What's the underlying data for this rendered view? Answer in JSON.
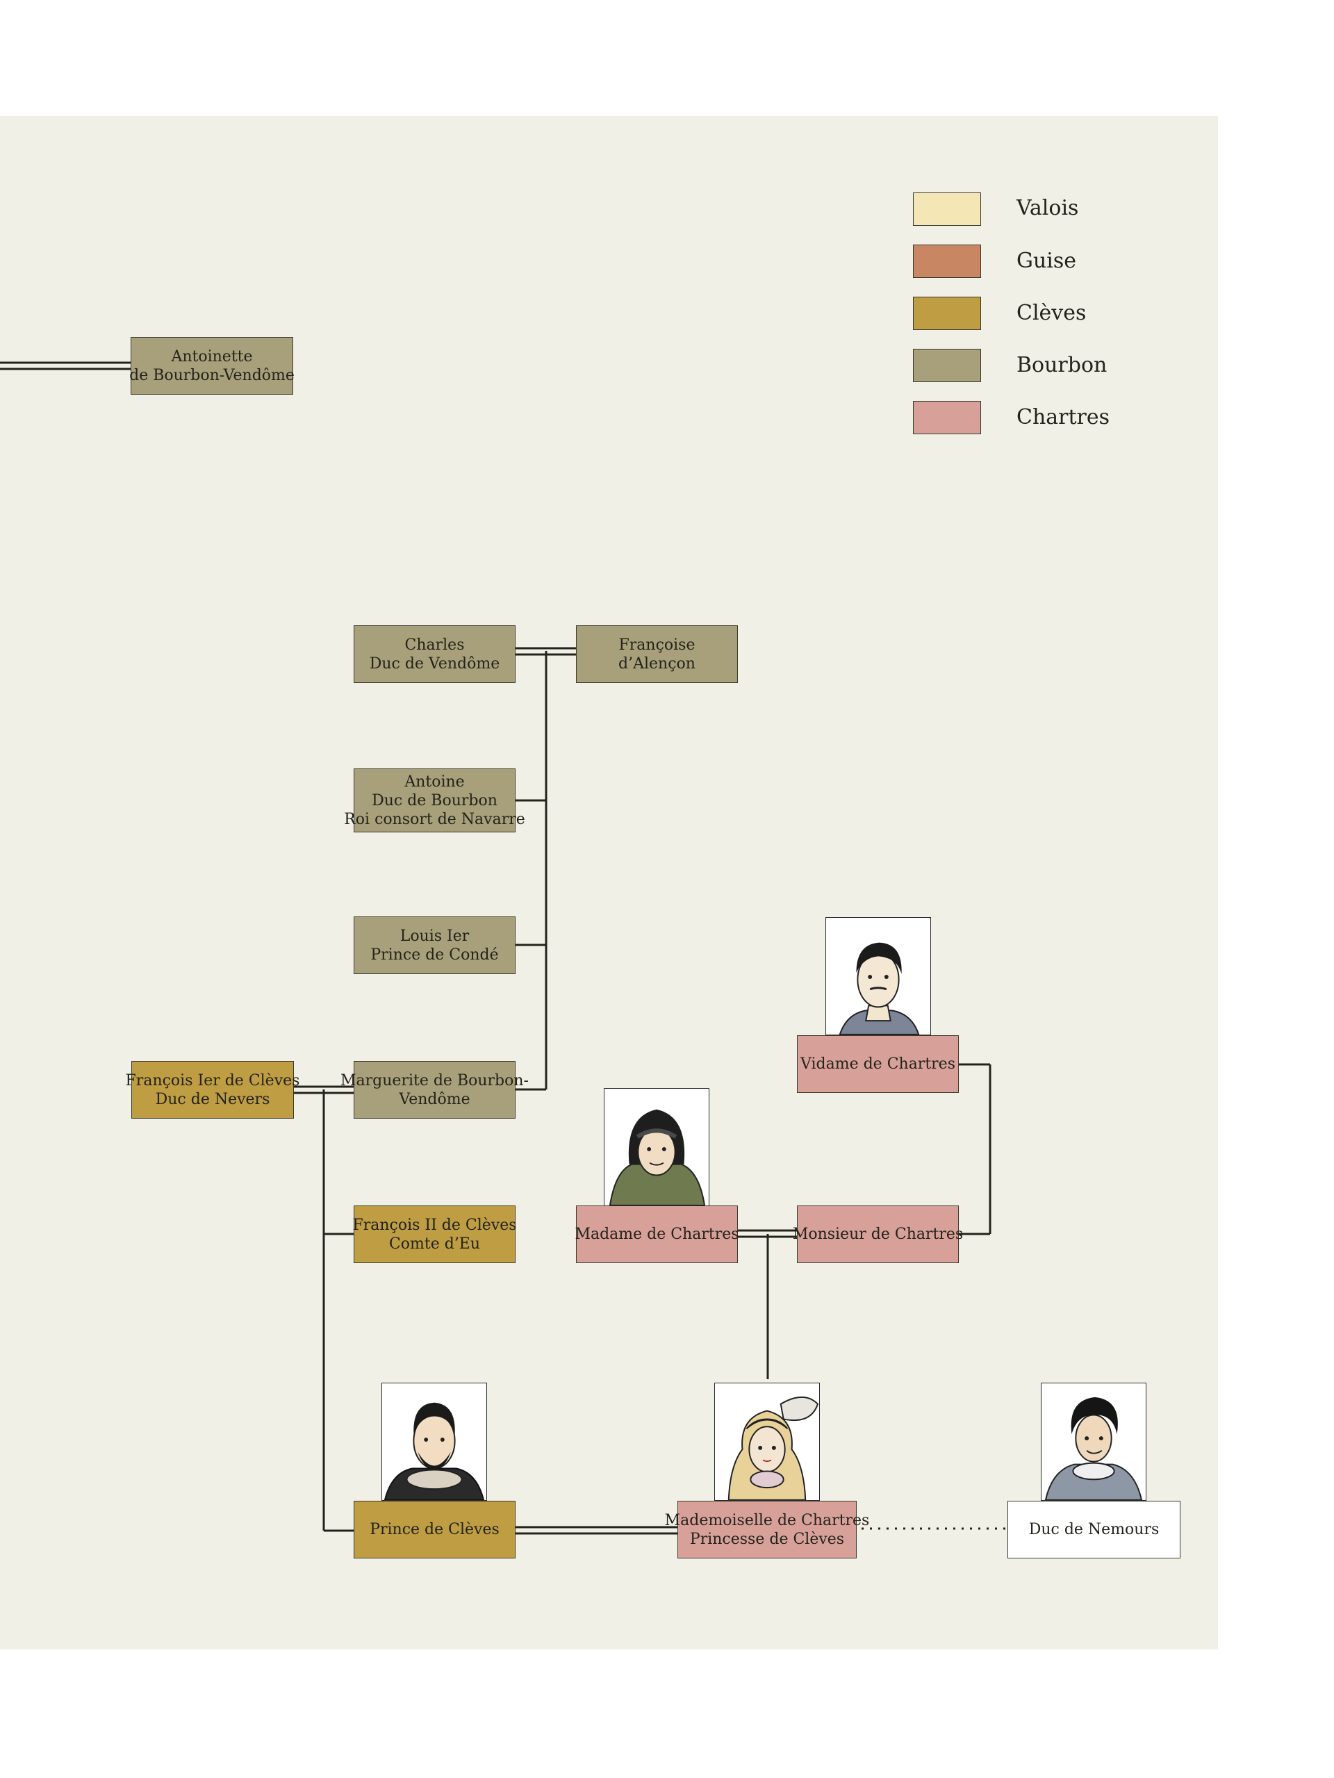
{
  "legend": [
    {
      "label": "Valois",
      "color": "#f5e6b6"
    },
    {
      "label": "Guise",
      "color": "#c98663"
    },
    {
      "label": "Clèves",
      "color": "#bf9d43"
    },
    {
      "label": "Bourbon",
      "color": "#a8a07a"
    },
    {
      "label": "Chartres",
      "color": "#d7a199"
    }
  ],
  "people": {
    "antoinette": {
      "lines": [
        "Antoinette",
        "de Bourbon-Vendôme"
      ]
    },
    "charles": {
      "lines": [
        "Charles",
        "Duc de Vendôme"
      ]
    },
    "francoise": {
      "lines": [
        "Françoise",
        "d’Alençon"
      ]
    },
    "antoine": {
      "lines": [
        "Antoine",
        "Duc de Bourbon",
        "Roi consort de Navarre"
      ]
    },
    "louis": {
      "lines": [
        "Louis Ier",
        "Prince de Condé"
      ]
    },
    "francois_cleves": {
      "lines": [
        "François Ier de Clèves",
        "Duc de Nevers"
      ]
    },
    "marguerite": {
      "lines": [
        "Marguerite de Bourbon-",
        "Vendôme"
      ]
    },
    "francois_ii": {
      "lines": [
        "François II de Clèves",
        "Comte d’Eu"
      ]
    },
    "vidame": {
      "lines": [
        "Vidame de Chartres"
      ]
    },
    "madame_chartres": {
      "lines": [
        "Madame de Chartres"
      ]
    },
    "monsieur_chartres": {
      "lines": [
        "Monsieur de Chartres"
      ]
    },
    "prince_cleves": {
      "lines": [
        "Prince de Clèves"
      ]
    },
    "mademoiselle": {
      "lines": [
        "Mademoiselle de Chartres",
        "Princesse de Clèves"
      ]
    },
    "nemours": {
      "lines": [
        "Duc de Nemours"
      ]
    }
  },
  "colors": {
    "background": "#f1f0e6",
    "bourbon": "#a8a07a",
    "cleves": "#bf9d43",
    "chartres": "#d7a199"
  }
}
